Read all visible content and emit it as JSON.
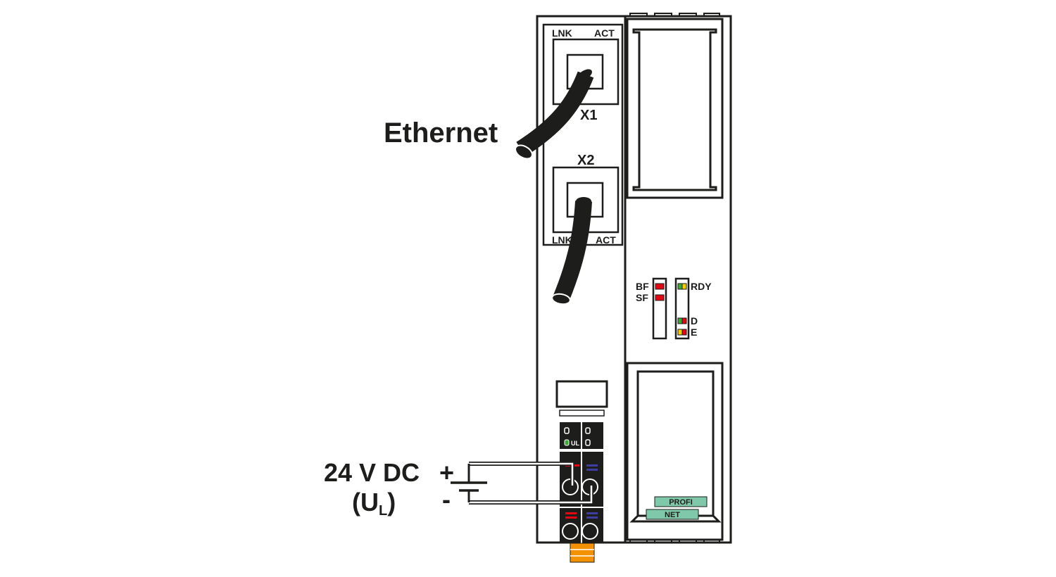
{
  "labels": {
    "ethernet": "Ethernet",
    "supply_voltage": "24 V DC",
    "supply_symbol_main": "(U",
    "supply_symbol_sub": "L",
    "supply_symbol_close": ")",
    "plus": "+",
    "minus": "-"
  },
  "ports": {
    "x1": {
      "name": "X1",
      "lnk": "LNK",
      "act": "ACT"
    },
    "x2": {
      "name": "X2",
      "lnk": "LNK",
      "act": "ACT"
    }
  },
  "leds": {
    "left": [
      "BF",
      "SF"
    ],
    "right": [
      "RDY",
      "D",
      "E"
    ]
  },
  "power_connector": {
    "led_label": "UL"
  },
  "logo": {
    "row1": "PROFI",
    "row2": "NET"
  },
  "colors": {
    "outline": "#1d1d1b",
    "led_red": "#e30613",
    "led_green": "#3aa935",
    "led_yellow": "#f5d000",
    "terminal_red": "#e30613",
    "terminal_blue": "#3d3ea0",
    "latch_orange": "#f39200",
    "logo_green": "#7fc8a9"
  }
}
